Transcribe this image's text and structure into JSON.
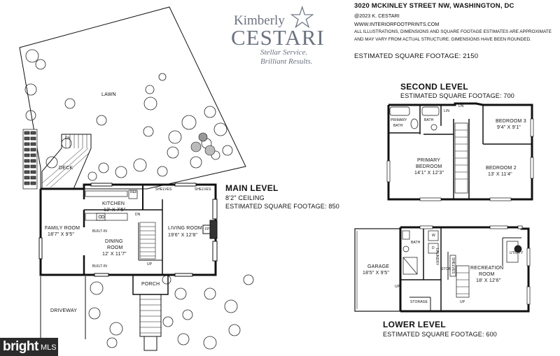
{
  "logo": {
    "name_first": "Kimberly",
    "name_last": "CESTARI",
    "tagline1": "Stellar Service.",
    "tagline2": "Brilliant Results."
  },
  "header": {
    "address": "3020 MCKINLEY STREET NW, WASHINGTON, DC",
    "copyright": "@2023 K. CESTARI",
    "website": "WWW.INTERIORFOOTPRINTS.COM",
    "disclaimer1": "ALL ILLUSTRATIONS, DIMENSIONS AND SQUARE FOOTAGE ESTIMATES ARE APPROXIMATE",
    "disclaimer2": "AND MAY VARY FROM ACTUAL STRUCTURE. DIMENSIONS HAVE BEEN ROUNDED.",
    "total_sqft": "ESTIMATED SQUARE FOOTAGE: 2150"
  },
  "main_level": {
    "title": "MAIN LEVEL",
    "ceiling": "8'2\" CEILING",
    "sqft": "ESTIMATED SQUARE FOOTAGE: 850",
    "lawn": "LAWN",
    "deck": "DECK",
    "dn": "DN",
    "driveway": "DRIVEWAY",
    "porch": "PORCH",
    "kitchen": "KITCHEN",
    "kitchen_dim": "12' X 7'5\"",
    "family_room": "FAMILY ROOM",
    "family_room_dim": "18'7\" X 9'5\"",
    "dining_room": "DINING",
    "dining_room2": "ROOM",
    "dining_dim": "12' X 11'7\"",
    "living_room": "LIVING ROOM",
    "living_dim": "19'6\" X 12'8\"",
    "built_in_1": "BUILT-IN",
    "built_in_2": "BUILT-IN",
    "shelves_1": "SHELVES",
    "shelves_2": "SHELVES",
    "ref": "REF",
    "fp": "FP",
    "dn2": "DN",
    "up": "UP"
  },
  "second_level": {
    "title": "SECOND LEVEL",
    "sqft": "ESTIMATED SQUARE FOOTAGE: 700",
    "primary_bath1": "PRIMARY",
    "primary_bath2": "BATH",
    "bath": "BATH",
    "lin": "LIN",
    "dn": "DN",
    "primary_bedroom1": "PRIMARY",
    "primary_bedroom2": "BEDROOM",
    "primary_bedroom_dim": "14'1\" X 12'3\"",
    "bedroom3": "BEDROOM 3",
    "bedroom3_dim": "9'4\" X 9'1\"",
    "bedroom2": "BEDROOM 2",
    "bedroom2_dim": "13' X 11'4\""
  },
  "lower_level": {
    "title": "LOWER LEVEL",
    "sqft": "ESTIMATED SQUARE FOOTAGE: 600",
    "garage": "GARAGE",
    "garage_dim": "18'5\" X 9'5\"",
    "bath": "BATH",
    "laundry": "LAUNDRY",
    "w": "W",
    "d": "D",
    "stor": "STOR",
    "storage": "STORAGE",
    "shelves": "SHELVES",
    "rec_room1": "RECREATION",
    "rec_room2": "ROOM",
    "rec_dim": "18' X 12'6\"",
    "utility": "UTILITY",
    "up1": "UP",
    "up2": "UP"
  },
  "watermark": {
    "brand": "bright",
    "suffix": "MLS"
  }
}
